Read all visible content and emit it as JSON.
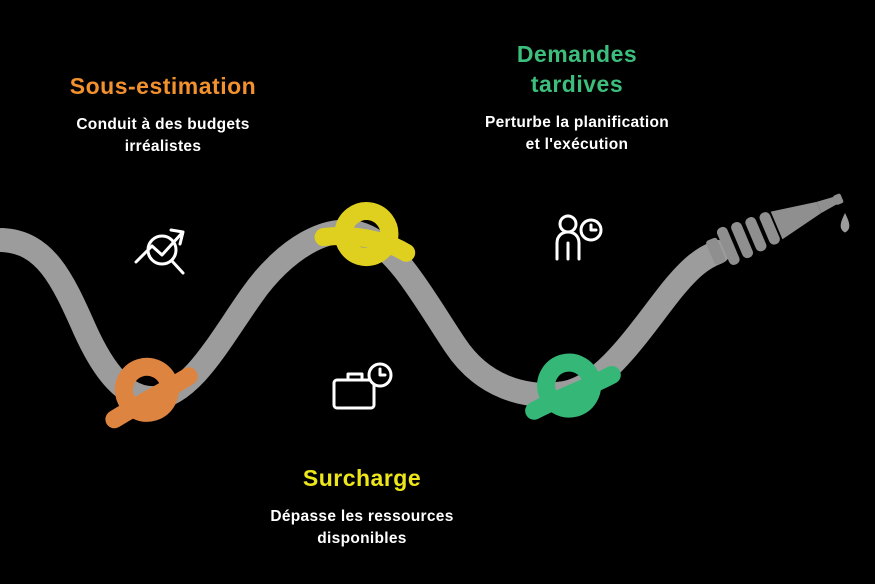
{
  "canvas": {
    "background": "#000000"
  },
  "hose": {
    "color": "#9c9c9c",
    "nozzle_color": "#8f8f8f",
    "droplet_color": "#9c9c9c"
  },
  "icon_color": "#ffffff",
  "sections": [
    {
      "id": "sous-estimation",
      "title": "Sous-estimation",
      "description": "Conduit à des budgets\nirréalistes",
      "accent": "#F2912D",
      "knot_color": "#DD8440",
      "icon": "trend-search-icon"
    },
    {
      "id": "demandes-tardives",
      "title": "Demandes\ntardives",
      "description": "Perturbe la planification\net l'exécution",
      "accent": "#3CBE7C",
      "knot_color": "#35B877",
      "icon": "person-clock-icon"
    },
    {
      "id": "surcharge",
      "title": "Surcharge",
      "description": "Dépasse les ressources\ndisponibles",
      "accent": "#EDE619",
      "knot_color": "#DFD01F",
      "icon": "briefcase-clock-icon"
    }
  ]
}
